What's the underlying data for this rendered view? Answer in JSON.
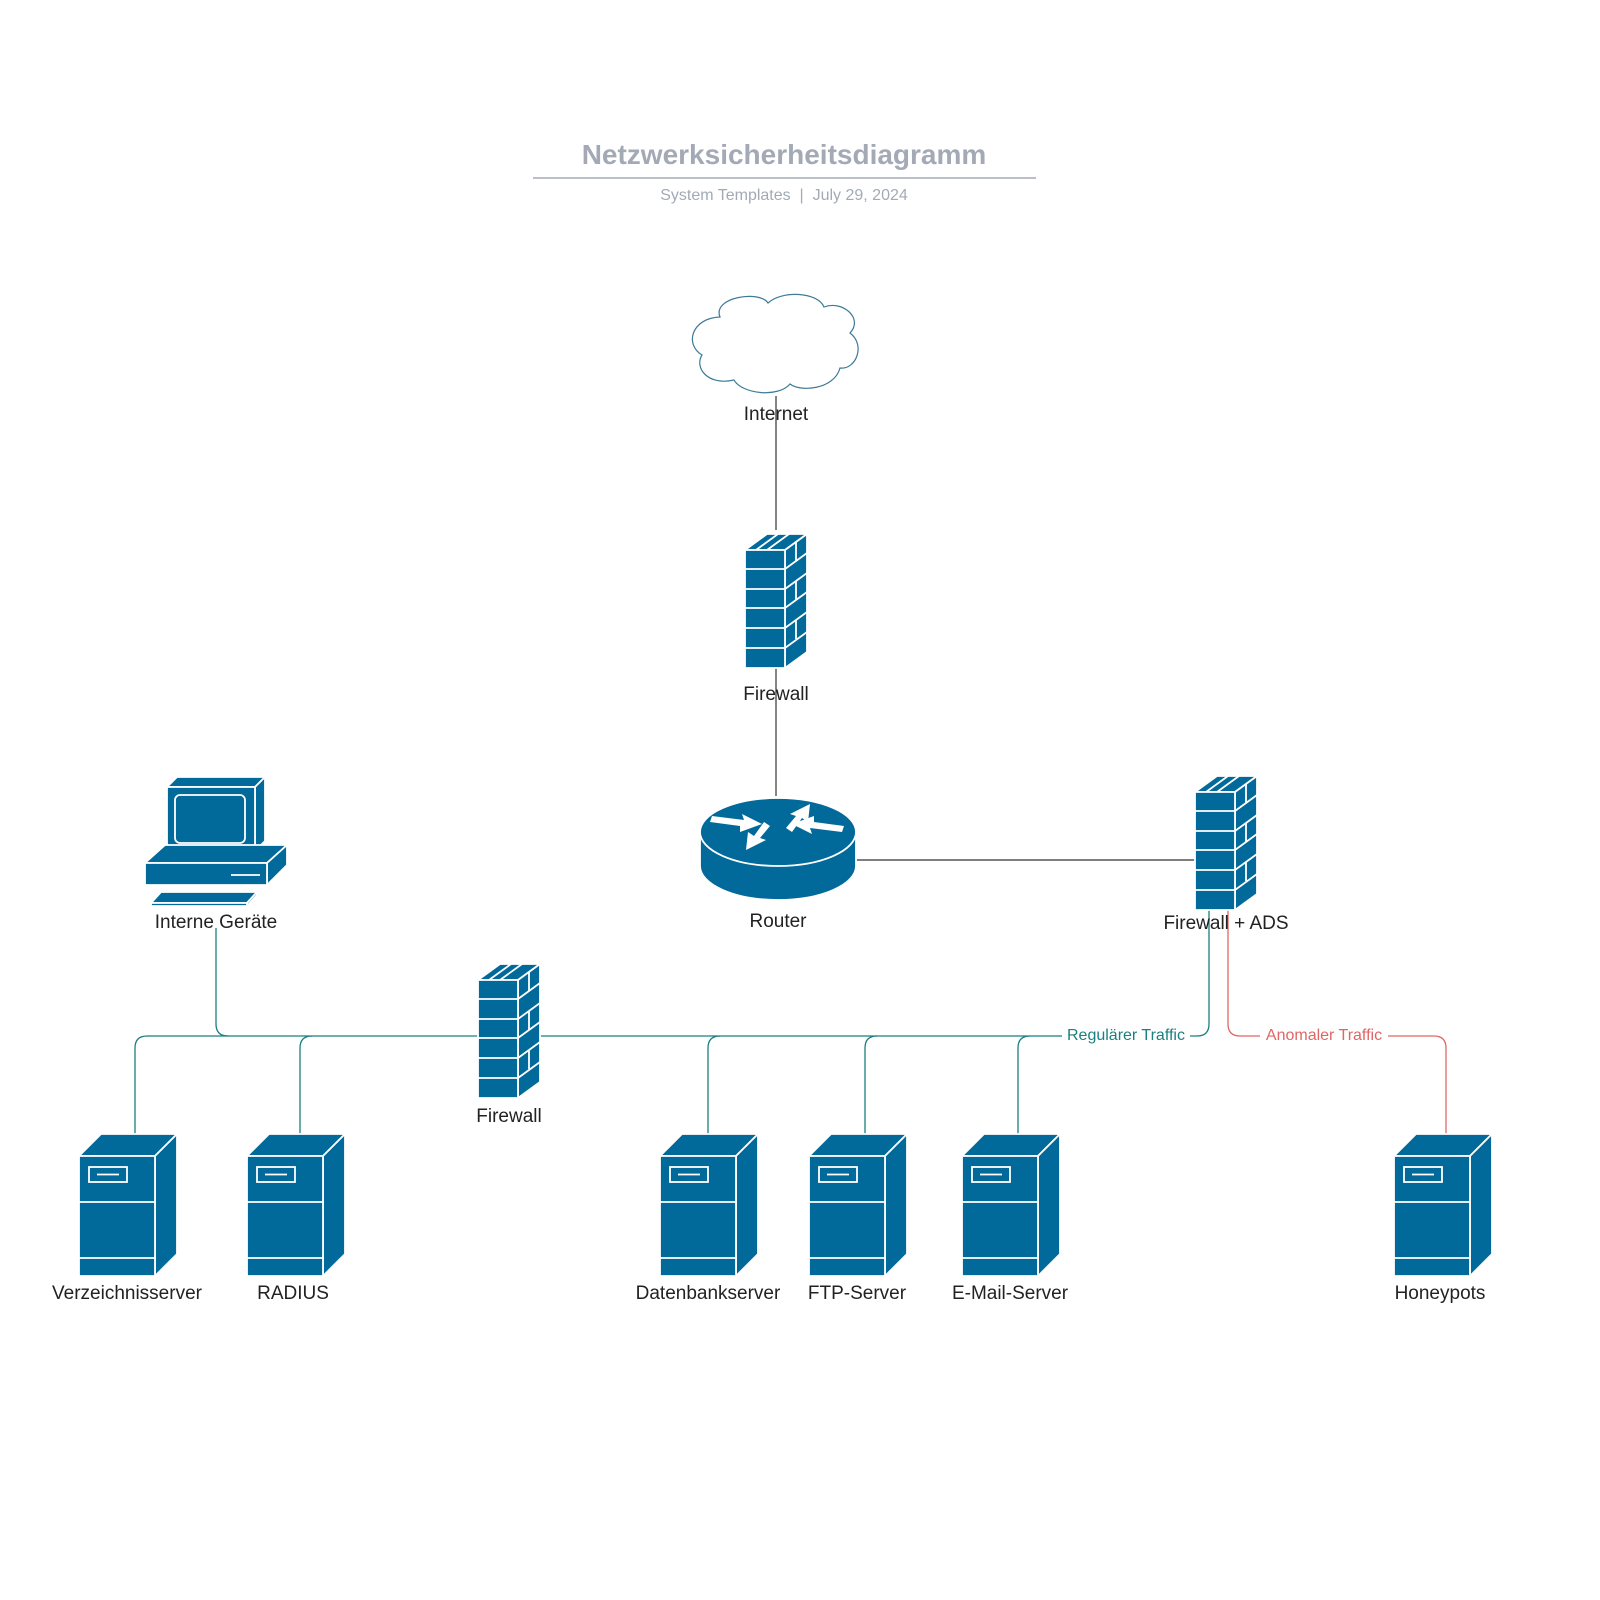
{
  "header": {
    "title": "Netzwerksicherheitsdiagramm",
    "subtitle": "System Templates  |  July 29, 2024"
  },
  "nodes": {
    "internet": "Internet",
    "firewall_top": "Firewall",
    "router": "Router",
    "firewall_ads": "Firewall + ADS",
    "internal_devices": "Interne Geräte",
    "firewall_internal": "Firewall",
    "directory_server": "Verzeichnisserver",
    "radius": "RADIUS",
    "database_server": "Datenbankserver",
    "ftp_server": "FTP-Server",
    "email_server": "E-Mail-Server",
    "honeypots": "Honeypots"
  },
  "edges": {
    "regular_traffic": "Regulärer Traffic",
    "anomalous_traffic": "Anomaler Traffic"
  },
  "colors": {
    "device_fill": "#026a9a",
    "internal_link": "#1a7f80",
    "anomalous_link": "#e06666",
    "main_link": "#333333",
    "header_text": "#a3aab6"
  },
  "icons": {
    "internet": "cloud-icon",
    "firewall": "brick-firewall-icon",
    "router": "router-icon",
    "workstation": "desktop-computer-icon",
    "server": "server-tower-icon"
  }
}
